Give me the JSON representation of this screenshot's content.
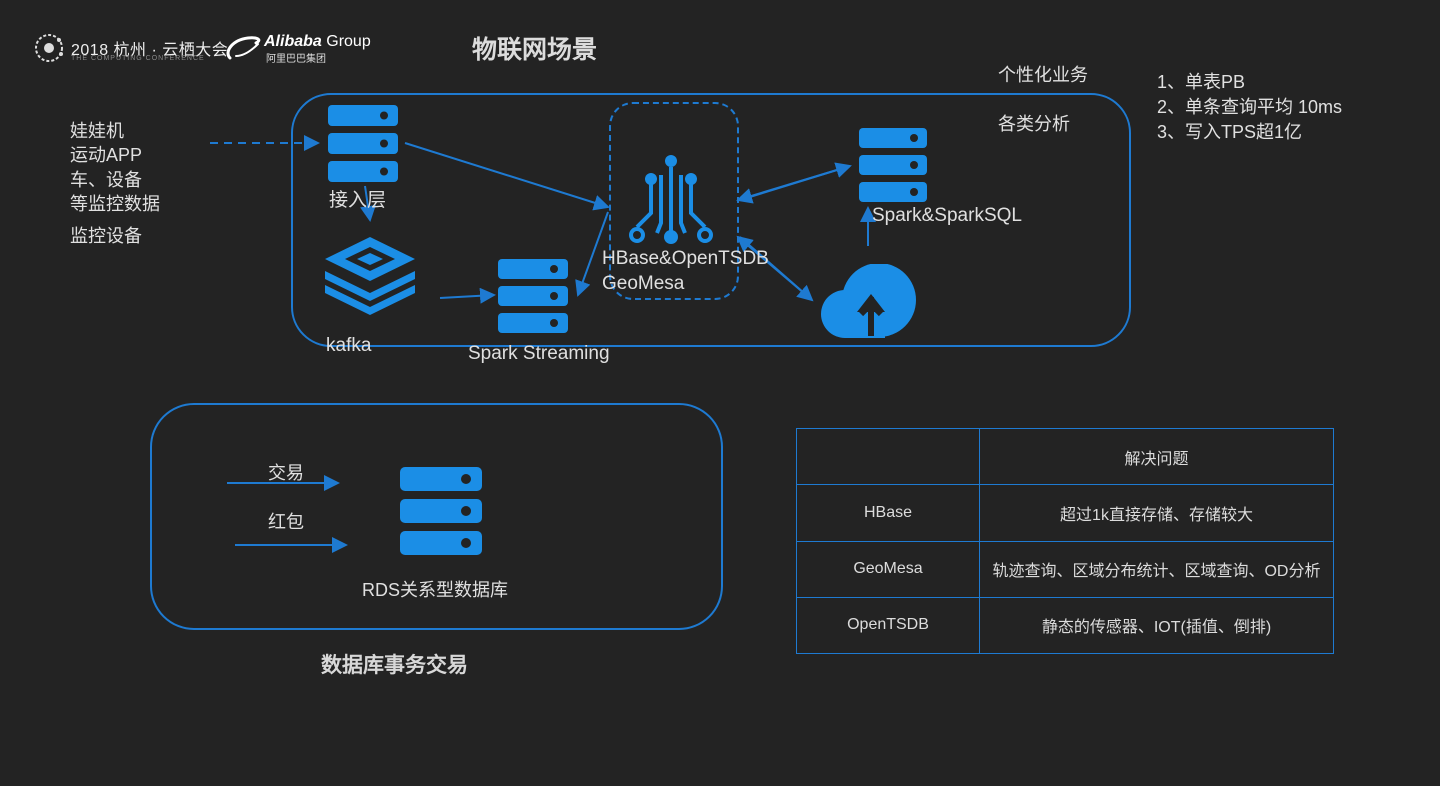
{
  "header": {
    "conf_year_city": "2018 杭州 · 云栖大会",
    "conf_english": "THE COMPUTING CONFERENCE",
    "group_name_bold": "Alibaba",
    "group_name_light": " Group",
    "group_name_cn": "阿里巴巴集团",
    "slide_title": "物联网场景"
  },
  "iot": {
    "sources": [
      "娃娃机",
      "运动APP",
      "车、设备",
      "等监控数据",
      "监控设备"
    ],
    "access_layer": "接入层",
    "kafka": "kafka",
    "spark_streaming": "Spark Streaming",
    "store_line1": "HBase&OpenTSDB",
    "store_line2": "GeoMesa",
    "personalized": "个性化业务",
    "analytics": "各类分析",
    "spark_sql": "Spark&SparkSQL"
  },
  "metrics": [
    "1、单表PB",
    "2、单条查询平均 10ms",
    "3、写入TPS超1亿"
  ],
  "rds": {
    "trade": "交易",
    "red_packet": "红包",
    "db_label": "RDS关系型数据库",
    "section_title": "数据库事务交易"
  },
  "table": {
    "header": [
      "",
      "解决问题"
    ],
    "rows": [
      [
        "HBase",
        "超过1k直接存储、存储较大"
      ],
      [
        "GeoMesa",
        "轨迹查询、区域分布统计、区域查询、OD分析"
      ],
      [
        "OpenTSDB",
        "静态的传感器、IOT(插值、倒排)"
      ]
    ]
  },
  "colors": {
    "accent": "#1e7ad1",
    "icon_blue": "#1b8ee6",
    "background": "#232323"
  }
}
